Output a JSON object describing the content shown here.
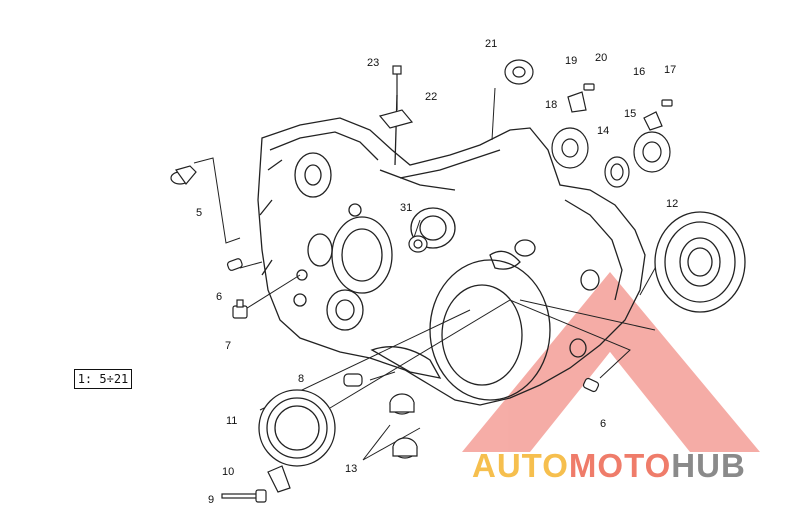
{
  "scale_note": "1: 5÷21",
  "watermark": {
    "part1": "AUTO",
    "part2": "MOTO",
    "part3": "HUB",
    "color_auto": "#f6bf4e",
    "color_moto": "#ef7c6a",
    "color_hub": "#8a8a8a",
    "triangle_color": "#ee6a5e"
  },
  "callouts": {
    "c5": "5",
    "c6a": "6",
    "c6b": "6",
    "c7": "7",
    "c8": "8",
    "c9": "9",
    "c10": "10",
    "c11": "11",
    "c12": "12",
    "c13": "13",
    "c14": "14",
    "c15": "15",
    "c16": "16",
    "c17": "17",
    "c18": "18",
    "c19": "19",
    "c20": "20",
    "c21": "21",
    "c22": "22",
    "c23": "23",
    "c31": "31"
  }
}
